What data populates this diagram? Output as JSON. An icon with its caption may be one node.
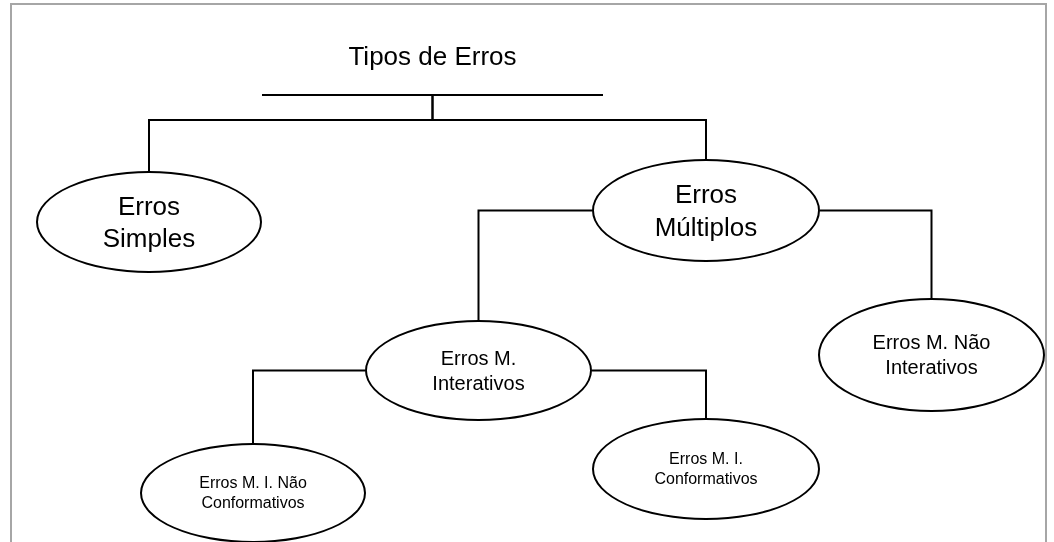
{
  "diagram": {
    "nodes": [
      {
        "text": [
          "Tipos de Erros"
        ]
      },
      {
        "text": [
          "Erros Simples"
        ]
      },
      {
        "text": [
          "Erros Múltiplos"
        ]
      },
      {
        "text": [
          "Erros M. Interativos"
        ]
      },
      {
        "text": [
          "Erros M. Não Interativos"
        ]
      },
      {
        "text": [
          "Erros M. I. Não Conformativos"
        ]
      },
      {
        "text": [
          "Erros M. I. Conformativos"
        ]
      }
    ],
    "edges": [
      {
        "from": 0,
        "to": 1,
        "arrow": "none"
      },
      {
        "from": 0,
        "to": 2,
        "arrow": "none"
      },
      {
        "from": 2,
        "to": 3,
        "arrow": "none"
      },
      {
        "from": 2,
        "to": 4,
        "arrow": "none"
      },
      {
        "from": 3,
        "to": 5,
        "arrow": "none"
      },
      {
        "from": 3,
        "to": 6,
        "arrow": "none"
      }
    ]
  }
}
